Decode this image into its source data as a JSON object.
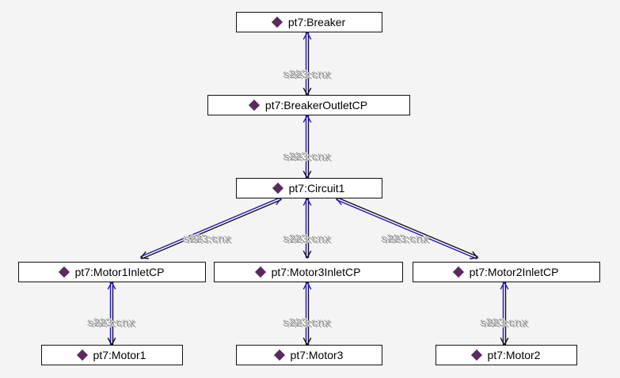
{
  "colors": {
    "edge_forward": "#1f12c2",
    "edge_back": "#111111",
    "icon": "#5a2a5e"
  },
  "nodes": [
    {
      "id": "breaker",
      "label": "pt7:Breaker",
      "icon": "diamond-icon"
    },
    {
      "id": "breaker-outlet-cp",
      "label": "pt7:BreakerOutletCP",
      "icon": "diamond-icon"
    },
    {
      "id": "circuit1",
      "label": "pt7:Circuit1",
      "icon": "diamond-icon"
    },
    {
      "id": "motor1-inlet-cp",
      "label": "pt7:Motor1InletCP",
      "icon": "diamond-icon"
    },
    {
      "id": "motor3-inlet-cp",
      "label": "pt7:Motor3InletCP",
      "icon": "diamond-icon"
    },
    {
      "id": "motor2-inlet-cp",
      "label": "pt7:Motor2InletCP",
      "icon": "diamond-icon"
    },
    {
      "id": "motor1",
      "label": "pt7:Motor1",
      "icon": "diamond-icon"
    },
    {
      "id": "motor3",
      "label": "pt7:Motor3",
      "icon": "diamond-icon"
    },
    {
      "id": "motor2",
      "label": "pt7:Motor2",
      "icon": "diamond-icon"
    }
  ],
  "edges": [
    {
      "from": "breaker",
      "to": "breaker-outlet-cp",
      "label": "s223:cnx"
    },
    {
      "from": "breaker-outlet-cp",
      "to": "circuit1",
      "label": "s223:cnx"
    },
    {
      "from": "circuit1",
      "to": "motor1-inlet-cp",
      "label": "s223:cnx"
    },
    {
      "from": "circuit1",
      "to": "motor3-inlet-cp",
      "label": "s223:cnx"
    },
    {
      "from": "circuit1",
      "to": "motor2-inlet-cp",
      "label": "s223:cnx"
    },
    {
      "from": "motor1-inlet-cp",
      "to": "motor1",
      "label": "s223:cnx"
    },
    {
      "from": "motor3-inlet-cp",
      "to": "motor3",
      "label": "s223:cnx"
    },
    {
      "from": "motor2-inlet-cp",
      "to": "motor2",
      "label": "s223:cnx"
    }
  ]
}
